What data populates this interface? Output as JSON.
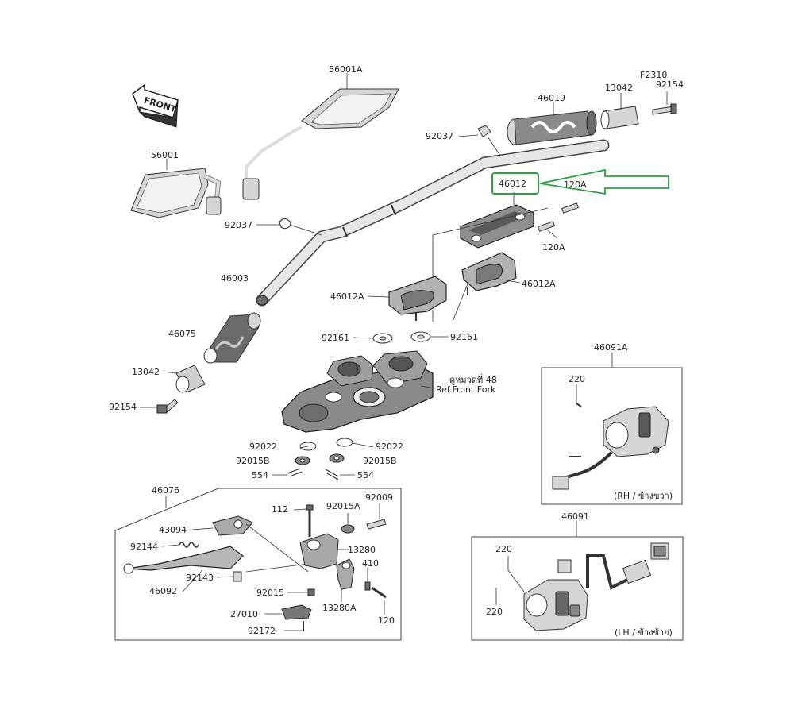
{
  "front_label": "FRONT",
  "callouts": {
    "c56001A": "56001A",
    "c56001": "56001",
    "cF2310": "F2310",
    "c13042_top": "13042",
    "c92154_top": "92154",
    "c46019": "46019",
    "c92037_top": "92037",
    "c46012": "46012",
    "c120A_top": "120A",
    "c120A_mid": "120A",
    "c92037_left": "92037",
    "c46003": "46003",
    "c46012A_left": "46012A",
    "c46012A_right": "46012A",
    "c46075": "46075",
    "c92161_left": "92161",
    "c92161_right": "92161",
    "c13042_left": "13042",
    "c92154_left": "92154",
    "ref_front_fork_th": "ดูหมวดที่ 48",
    "ref_front_fork": "Ref.Front Fork",
    "c92022_left": "92022",
    "c92022_right": "92022",
    "c92015B_left": "92015B",
    "c92015B_right": "92015B",
    "c554_left": "554",
    "c554_right": "554",
    "c46091A": "46091A",
    "c220_rh": "220",
    "rh_label": "(RH / ข้างขวา)",
    "c46091": "46091",
    "c220_lh_a": "220",
    "c220_lh_b": "220",
    "lh_label": "(LH / ข้างซ้าย)",
    "c46076": "46076",
    "c43094": "43094",
    "c92144": "92144",
    "c92143": "92143",
    "c46092": "46092",
    "c112": "112",
    "c92015A": "92015A",
    "c92009": "92009",
    "c13280": "13280",
    "c410": "410",
    "c92015": "92015",
    "c13280A": "13280A",
    "c120": "120",
    "c27010": "27010",
    "c92172": "92172"
  },
  "highlight": {
    "target": "46012",
    "color": "#2e9e3e"
  }
}
